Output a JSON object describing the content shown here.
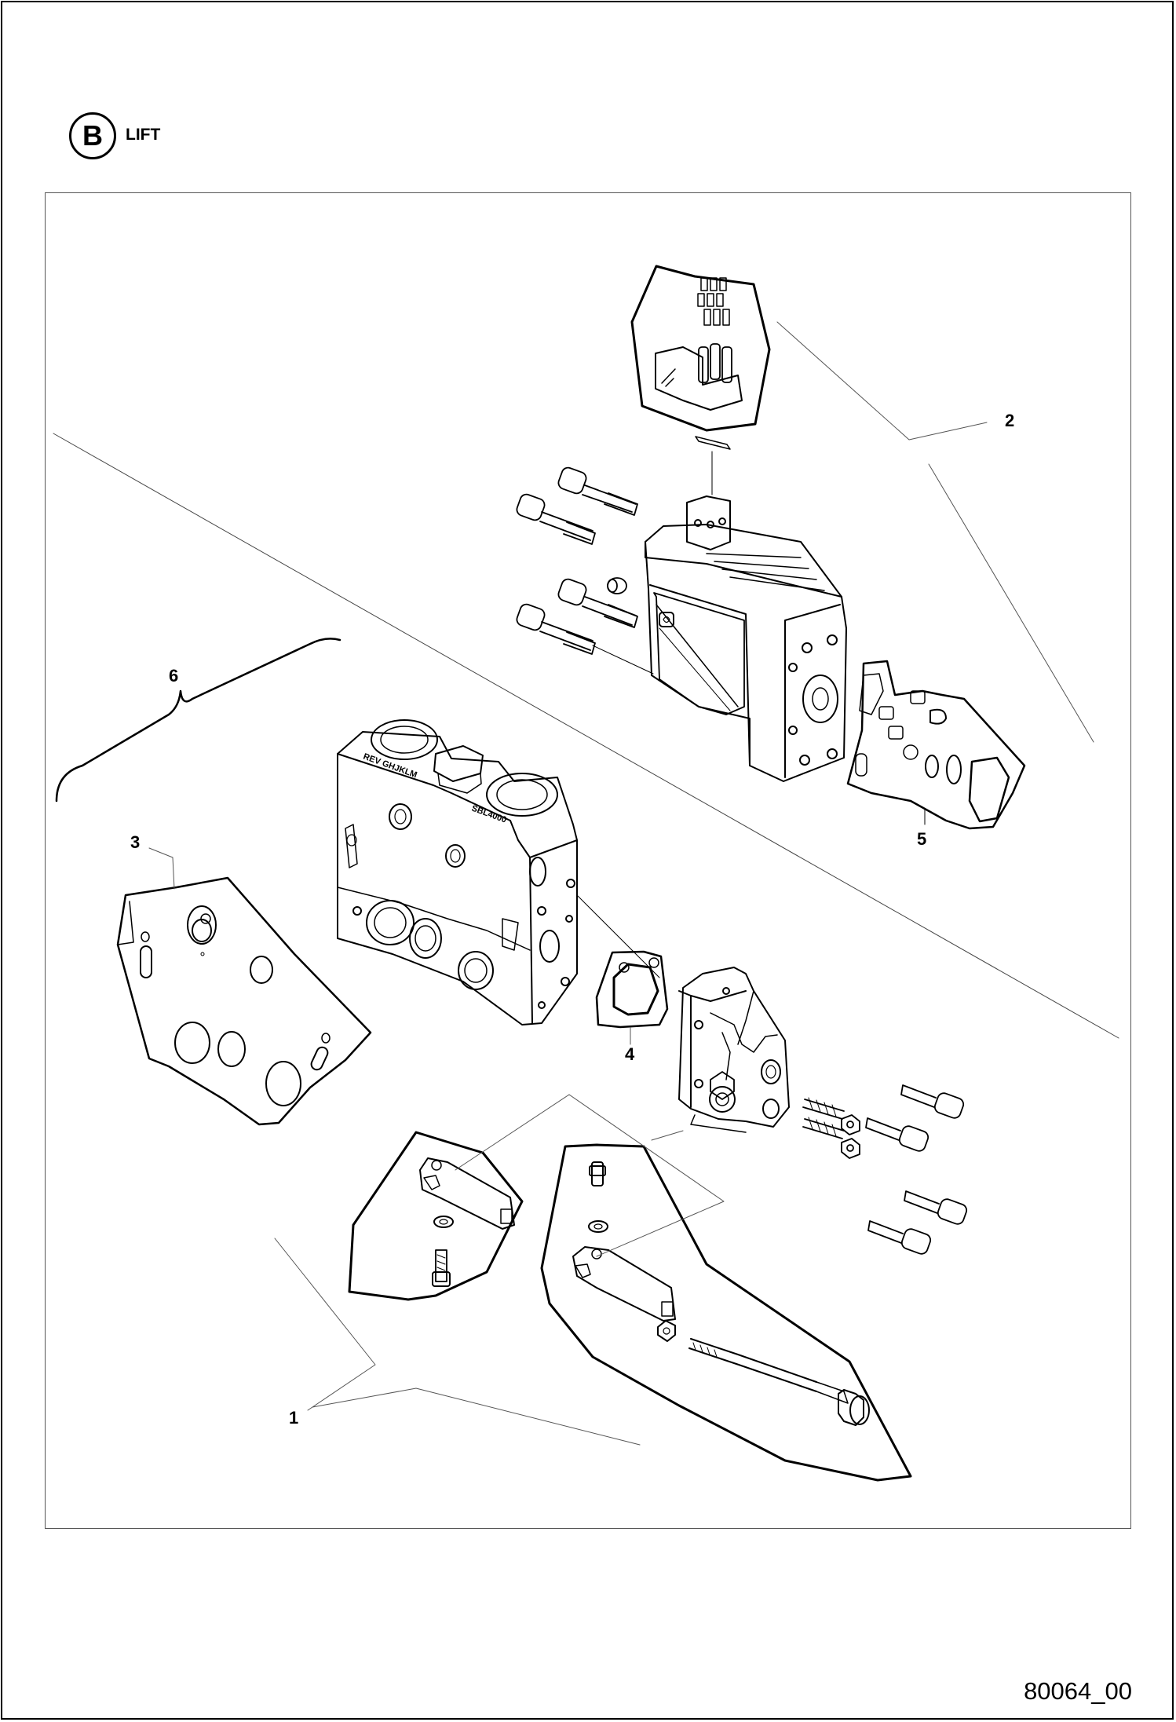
{
  "header": {
    "section_letter": "B",
    "section_title": "LIFT"
  },
  "callouts": [
    {
      "id": "1",
      "label": "1"
    },
    {
      "id": "2",
      "label": "2"
    },
    {
      "id": "3",
      "label": "3"
    },
    {
      "id": "4",
      "label": "4"
    },
    {
      "id": "5",
      "label": "5"
    },
    {
      "id": "6",
      "label": "6"
    }
  ],
  "part_markings": {
    "valve_body_top": "REV GHJKLM",
    "valve_body_side": "SBL4000"
  },
  "footer": {
    "drawing_number": "80064_00"
  }
}
